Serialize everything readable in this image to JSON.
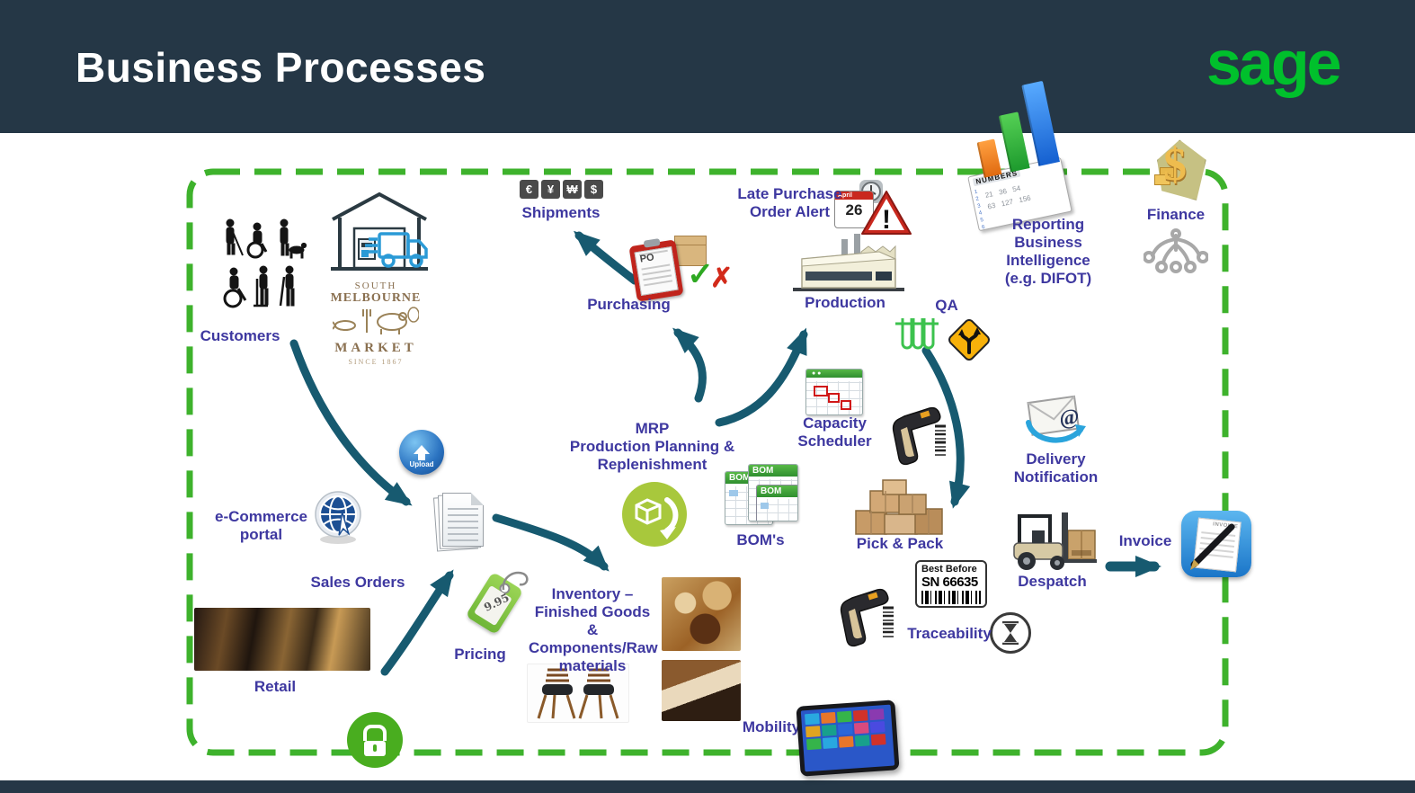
{
  "header": {
    "title": "Business Processes",
    "brand": "sage"
  },
  "colors": {
    "header_bg": "#253746",
    "brand_green": "#00c02c",
    "label_indigo": "#3e38a0",
    "arrow_teal": "#175a70",
    "border_green": "#3eb22c"
  },
  "nodes": {
    "customers": {
      "label": "Customers"
    },
    "market": {
      "line1": "SOUTH",
      "line2": "MELBOURNE",
      "line3": "MARKET",
      "line4": "SINCE 1867"
    },
    "shipments": {
      "label": "Shipments",
      "currencies": [
        "€",
        "¥",
        "₩",
        "$"
      ]
    },
    "purchasing": {
      "label": "Purchasing",
      "doc_tag": "PO",
      "check": "✓",
      "cross": "✗"
    },
    "late_po": {
      "label": "Late Purchase\nOrder Alert",
      "month": "April",
      "day": "26",
      "bang": "!"
    },
    "production": {
      "label": "Production"
    },
    "qa": {
      "label": "QA"
    },
    "reporting": {
      "label": "Reporting\nBusiness\nIntelligence\n(e.g. DIFOT)",
      "sheet_title": "NUMBERS",
      "sheet_rows": "21   36   54\n63   127   156",
      "row_numbers": "1\n2\n3\n4\n5\n6"
    },
    "finance": {
      "label": "Finance",
      "symbol": "$"
    },
    "capacity": {
      "label": "Capacity\nScheduler"
    },
    "mrp": {
      "label": "MRP\nProduction Planning &\nReplenishment"
    },
    "boms": {
      "label": "BOM's",
      "sheet_tag": "BOM"
    },
    "pick_pack": {
      "label": "Pick & Pack"
    },
    "delivery": {
      "label": "Delivery\nNotification",
      "at_symbol": "@"
    },
    "despatch": {
      "label": "Despatch"
    },
    "invoice": {
      "label": "Invoice",
      "app_title": "INVOICE"
    },
    "traceability": {
      "label": "Traceability",
      "best_before": "Best Before",
      "serial": "SN 66635"
    },
    "ecommerce": {
      "label": "e-Commerce\nportal"
    },
    "upload": {
      "label": "Upload"
    },
    "sales_orders": {
      "label": "Sales Orders"
    },
    "pricing": {
      "label": "Pricing",
      "price": "9.95"
    },
    "inventory": {
      "label": "Inventory –\nFinished Goods &\nComponents/Raw\nmaterials"
    },
    "retail": {
      "label": "Retail"
    },
    "mobility": {
      "label": "Mobility"
    }
  }
}
